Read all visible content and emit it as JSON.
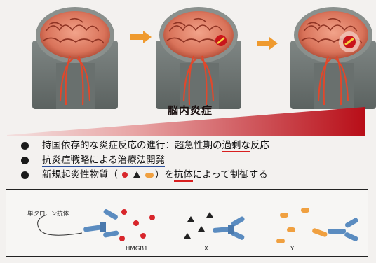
{
  "banner": {
    "label": "脳内炎症"
  },
  "bullets": {
    "b1": {
      "prefix": "持国依存的な炎症反応の進行：超急性期の",
      "emph": "過剰な",
      "suffix": "反応"
    },
    "b2": {
      "text": "抗炎症戦略による治療法開発"
    },
    "b3": {
      "prefix": "新規起炎性物質（",
      "close": "）を",
      "emph": "抗体",
      "suffix": "によって制御する"
    }
  },
  "box": {
    "antibody_label": "単クローン抗体",
    "group1_label": "HMGB1",
    "group2_label": "X",
    "group3_label": "Y"
  },
  "colors": {
    "red_marker": "#d8262b",
    "orange_marker": "#f0a040",
    "antibody_blue": "#5b8cc0",
    "banner_red": "#c0141c"
  }
}
